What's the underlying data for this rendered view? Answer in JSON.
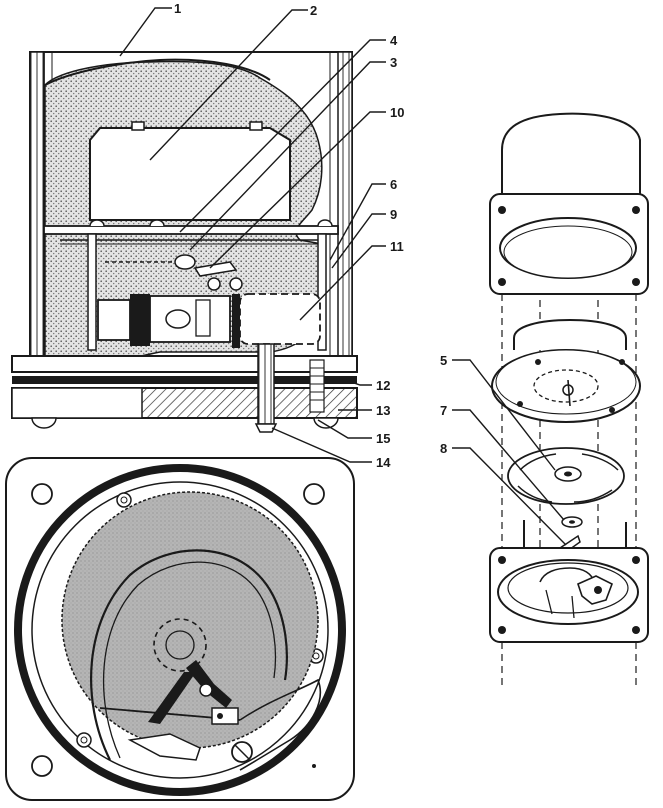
{
  "figure": {
    "title": "Mechanism assembly diagram",
    "callouts": {
      "c1": "1",
      "c2": "2",
      "c3": "3",
      "c4": "4",
      "c5": "5",
      "c6": "6",
      "c7": "7",
      "c8": "8",
      "c9": "9",
      "c10": "10",
      "c11": "11",
      "c12": "12",
      "c13": "13",
      "c14": "14",
      "c15": "15"
    }
  },
  "colors": {
    "ink": "#1a1a1a",
    "stipple": "#cfcfcf",
    "shade": "#a9a9a9",
    "paper": "#ffffff"
  }
}
